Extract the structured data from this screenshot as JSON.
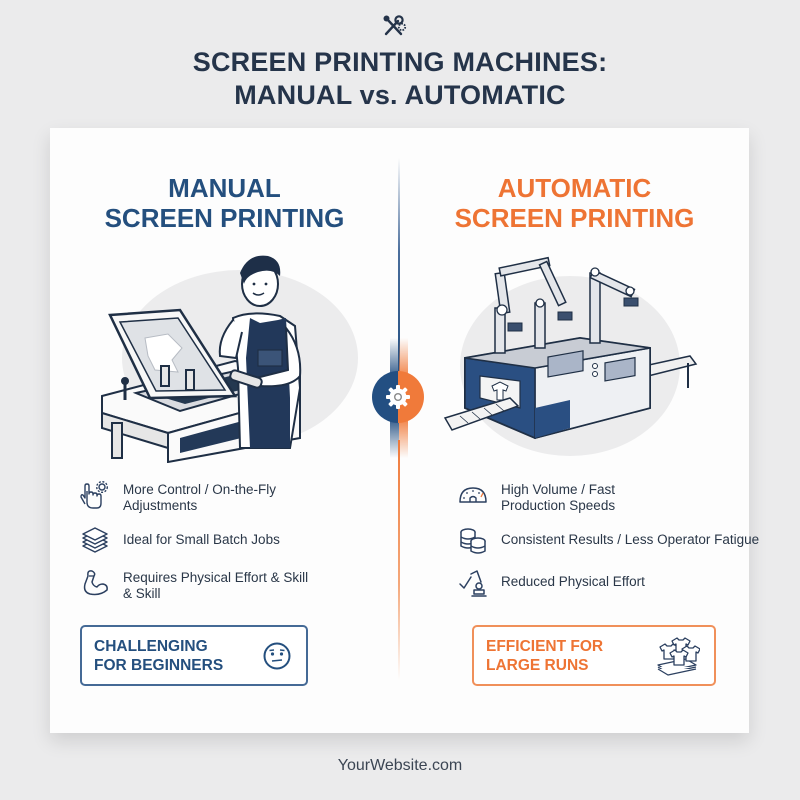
{
  "header": {
    "icon": "wrench-gear-icon",
    "title_line1": "SCREEN PRINTING MACHINES:",
    "title_line2": "MANUAL vs. AUTOMATIC"
  },
  "colors": {
    "manual_blue": "#244f7e",
    "automatic_orange": "#ee7434",
    "title_dark": "#25344a",
    "background": "#ebebec",
    "card": "#fdfdfd"
  },
  "center_badge": {
    "icon": "gear-icon"
  },
  "manual": {
    "title_line1": "MANUAL",
    "title_line2": "SCREEN PRINTING",
    "illustration": "worker-with-manual-screen-press",
    "features": [
      {
        "icon": "hand-gear-icon",
        "line1": "More Control / On-the-Fly",
        "line2": "Adjustments"
      },
      {
        "icon": "layers-stack-icon",
        "line1": "Ideal for Small Batch Jobs",
        "line2": ""
      },
      {
        "icon": "flexed-arm-icon",
        "line1": "Requires Physical Effort & Skill",
        "line2": "& Skill"
      }
    ],
    "callout": {
      "line1": "CHALLENGING",
      "line2": "FOR BEGINNERS",
      "icon": "uneasy-face-icon"
    }
  },
  "automatic": {
    "title_line1": "AUTOMATIC",
    "title_line2": "SCREEN PRINTING",
    "illustration": "robotic-arm-printing-line",
    "features": [
      {
        "icon": "speedometer-icon",
        "line1": "High Volume / Fast",
        "line2": "Production Speeds"
      },
      {
        "icon": "coin-stacks-icon",
        "line1": "Consistent Results / Less Operator Fatigue",
        "line2": ""
      },
      {
        "icon": "robot-arm-check-icon",
        "line1": "Reduced Physical Effort",
        "line2": ""
      }
    ],
    "callout": {
      "line1": "EFFICIENT FOR",
      "line2": "LARGE RUNS",
      "icon": "tshirt-stack-icon"
    }
  },
  "footer": {
    "website": "YourWebsite.com"
  }
}
